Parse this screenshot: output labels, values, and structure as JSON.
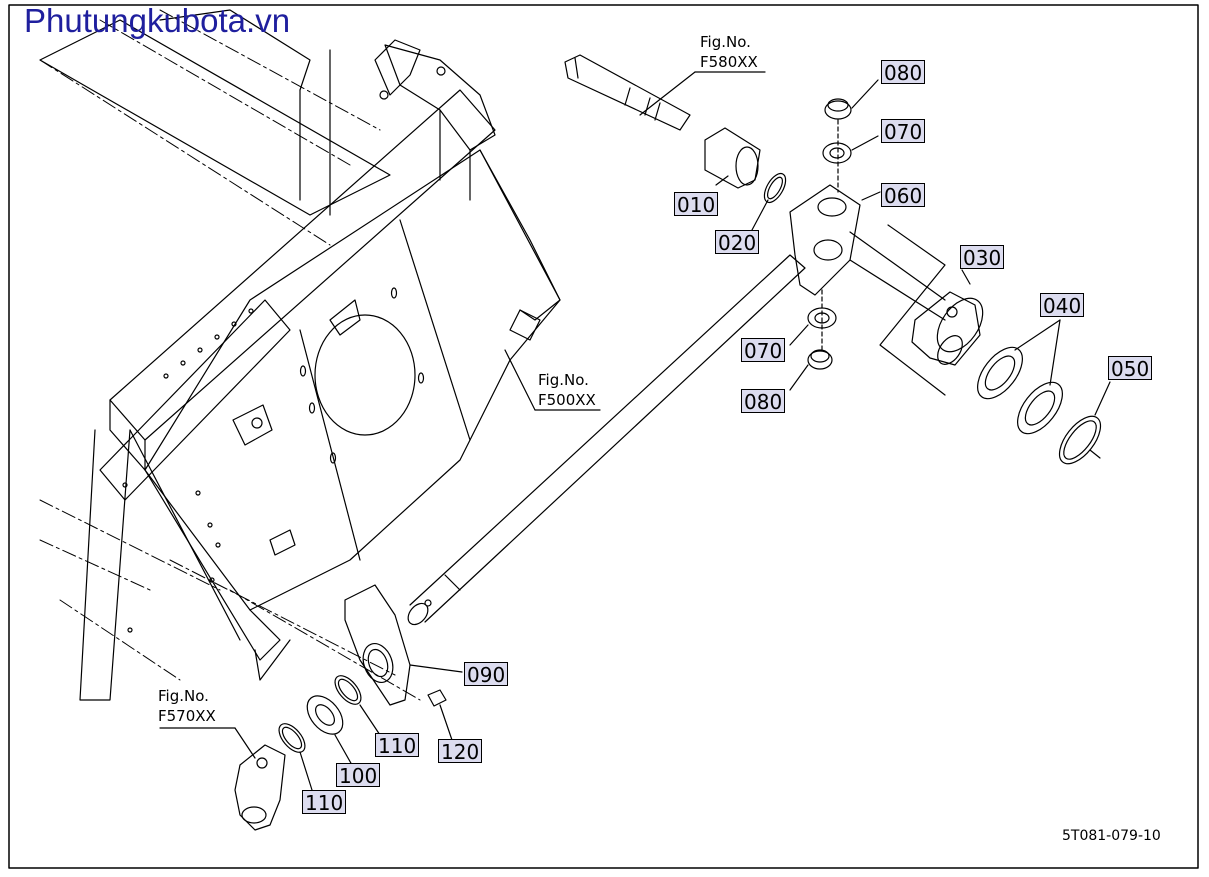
{
  "watermark": "Phutungkubota.vn",
  "figure_refs": [
    {
      "id": "fig-f580",
      "line1": "Fig.No.",
      "line2": "F580XX"
    },
    {
      "id": "fig-f500",
      "line1": "Fig.No.",
      "line2": "F500XX"
    },
    {
      "id": "fig-f570",
      "line1": "Fig.No.",
      "line2": "F570XX"
    }
  ],
  "callouts": [
    {
      "id": "010",
      "label": "010"
    },
    {
      "id": "020",
      "label": "020"
    },
    {
      "id": "030",
      "label": "030"
    },
    {
      "id": "040",
      "label": "040"
    },
    {
      "id": "050",
      "label": "050"
    },
    {
      "id": "060",
      "label": "060"
    },
    {
      "id": "070a",
      "label": "070"
    },
    {
      "id": "070b",
      "label": "070"
    },
    {
      "id": "080a",
      "label": "080"
    },
    {
      "id": "080b",
      "label": "080"
    },
    {
      "id": "090",
      "label": "090"
    },
    {
      "id": "100",
      "label": "100"
    },
    {
      "id": "110a",
      "label": "110"
    },
    {
      "id": "110b",
      "label": "110"
    },
    {
      "id": "120",
      "label": "120"
    }
  ],
  "drawing_code": "5T081-079-10",
  "colors": {
    "callout_fill": "#dcdcef",
    "watermark": "#1f1f9e",
    "line": "#000000"
  }
}
